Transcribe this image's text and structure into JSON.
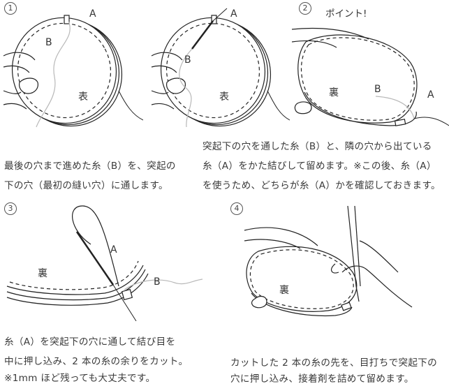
{
  "steps": [
    {
      "number": "1",
      "labels": {
        "a1": "A",
        "b1": "B",
        "front1": "表",
        "a2": "A",
        "b2": "B",
        "front2": "表"
      },
      "caption": [
        "最後の穴まで進めた糸（B）を、突起の",
        "下の穴（最初の縫い穴）に通します。"
      ]
    },
    {
      "number": "2",
      "title": "ポイント!",
      "labels": {
        "back": "裏",
        "b": "B",
        "a": "A"
      },
      "caption": [
        "突起下の穴を通した糸（B）と、隣の穴から出ている",
        "糸（A）をかた結びして留めます。※この後、糸（A）",
        "を使うため、どちらが糸（A）かを確認しておきます。"
      ]
    },
    {
      "number": "3",
      "labels": {
        "a": "A",
        "back": "裏",
        "b": "B"
      },
      "caption": [
        "糸（A）を突起下の穴に通して結び目を",
        "中に押し込み、2 本の糸の余りをカット。",
        "※1mm ほど残っても大丈夫です。"
      ]
    },
    {
      "number": "4",
      "labels": {
        "back": "裏"
      },
      "caption": [
        "カットした 2 本の糸の先を、目打ちで突起下の",
        "穴に押し込み、接着剤を詰めて留めます。"
      ]
    }
  ]
}
